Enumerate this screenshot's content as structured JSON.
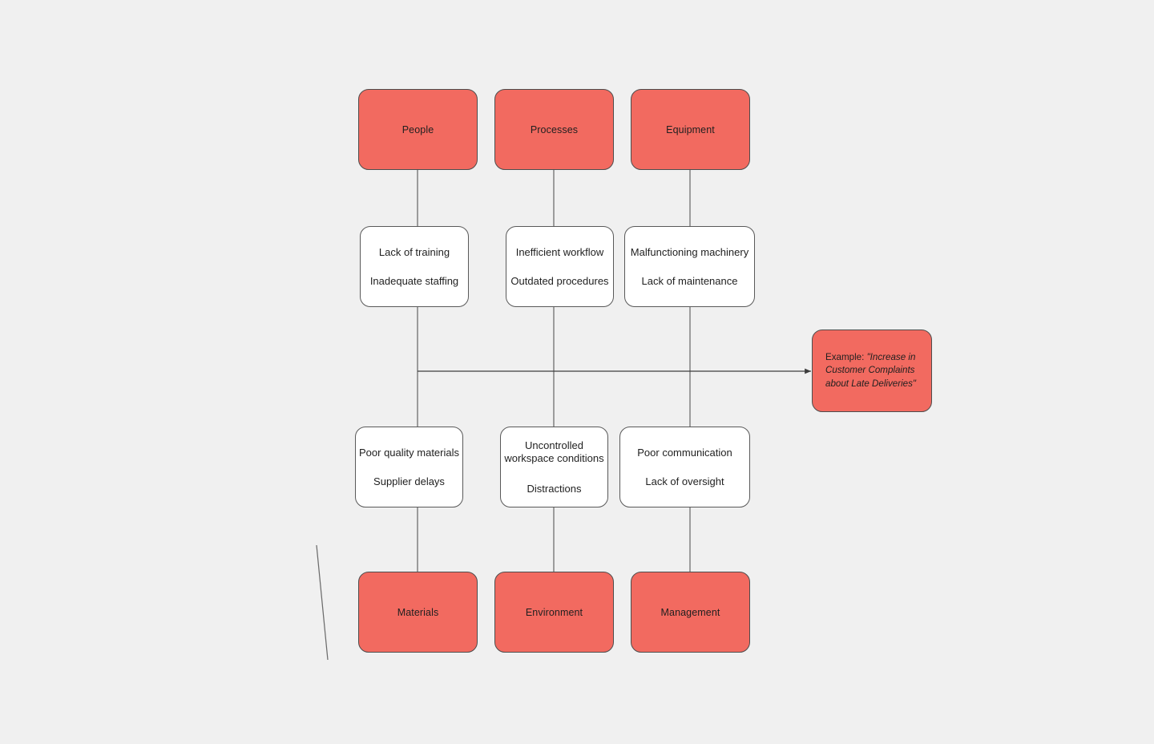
{
  "diagram": {
    "type": "fishbone-ishikawa",
    "background_color": "#f0f0f0",
    "category_fill": "#f26a60",
    "cause_fill": "#ffffff",
    "stroke_color": "#4d4d4d"
  },
  "categories": {
    "top": [
      {
        "label": "People"
      },
      {
        "label": "Processes"
      },
      {
        "label": "Equipment"
      }
    ],
    "bottom": [
      {
        "label": "Materials"
      },
      {
        "label": "Environment"
      },
      {
        "label": "Management"
      }
    ]
  },
  "causes": {
    "top": [
      {
        "line1": "Lack of training",
        "line2": "Inadequate staffing"
      },
      {
        "line1": "Inefficient workflow",
        "line2": "Outdated procedures"
      },
      {
        "line1": "Malfunctioning machinery",
        "line2": "Lack of maintenance"
      }
    ],
    "bottom": [
      {
        "line1": "Poor quality materials",
        "line2": "Supplier delays"
      },
      {
        "line1a": "Uncontrolled",
        "line1b": "workspace conditions",
        "line2": "Distractions"
      },
      {
        "line1": "Poor communication",
        "line2": "Lack of oversight"
      }
    ]
  },
  "effect": {
    "label": "Example:",
    "quote": "\"Increase in Customer Complaints about Late Deliveries\""
  }
}
